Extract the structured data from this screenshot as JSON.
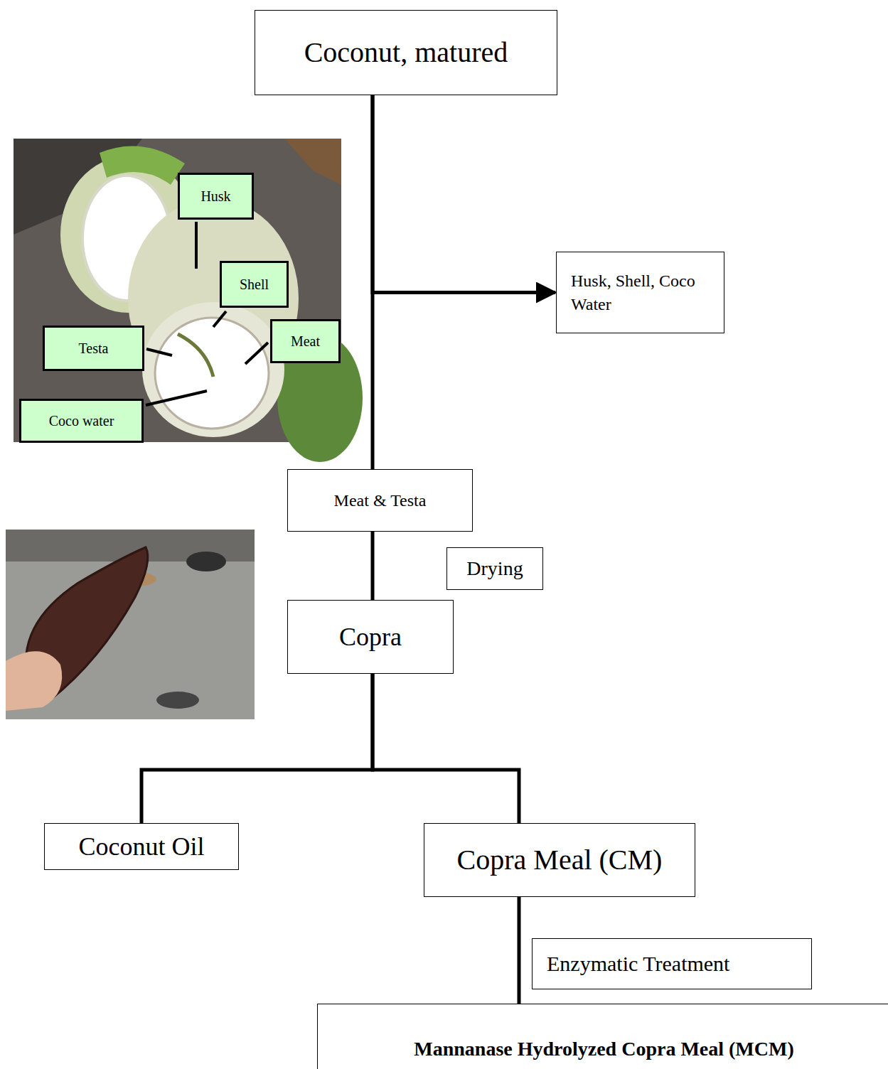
{
  "diagram": {
    "nodes": [
      {
        "text": [
          "Coconut, matured"
        ]
      },
      {
        "text": [
          "Husk"
        ]
      },
      {
        "text": [
          "Shell"
        ]
      },
      {
        "text": [
          "Meat"
        ]
      },
      {
        "text": [
          "Testa"
        ]
      },
      {
        "text": [
          "Coco water"
        ]
      },
      {
        "text": [
          "Husk, Shell, Coco Water"
        ]
      },
      {
        "text": [
          "Meat & Testa"
        ]
      },
      {
        "text": [
          "Drying"
        ]
      },
      {
        "text": [
          "Copra"
        ]
      },
      {
        "text": [
          "Coconut Oil"
        ]
      },
      {
        "text": [
          "Copra Meal (CM)"
        ]
      },
      {
        "text": [
          "Enzymatic Treatment"
        ]
      },
      {
        "text": [
          "Mannanase Hydrolyzed Copra Meal (MCM)"
        ]
      }
    ],
    "edges": [
      {
        "from": 0,
        "to": 6,
        "arrow": "to"
      },
      {
        "from": 0,
        "to": 7,
        "arrow": "none"
      },
      {
        "from": 7,
        "to": 9,
        "arrow": "none"
      },
      {
        "from": 9,
        "to": 10,
        "arrow": "none"
      },
      {
        "from": 9,
        "to": 11,
        "arrow": "none"
      },
      {
        "from": 11,
        "to": 13,
        "arrow": "none"
      }
    ]
  }
}
